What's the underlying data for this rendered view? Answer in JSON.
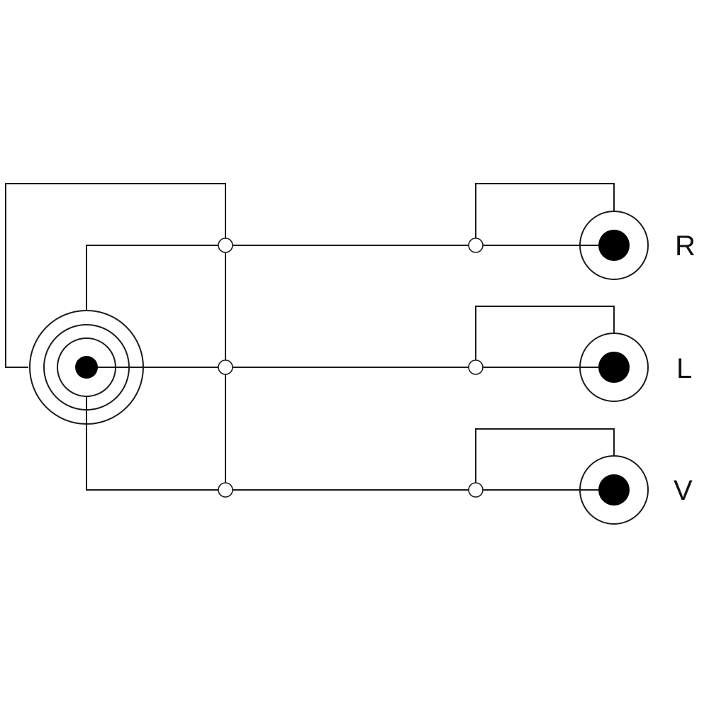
{
  "diagram": {
    "plug": {
      "name": "plug-connector",
      "rings": 3,
      "center_pin": true
    },
    "outputs": [
      {
        "id": "r",
        "label": "R"
      },
      {
        "id": "l",
        "label": "L"
      },
      {
        "id": "v",
        "label": "V"
      }
    ],
    "colors": {
      "line": "#1a1a1a",
      "pin": "#000000",
      "background": "#ffffff"
    }
  }
}
